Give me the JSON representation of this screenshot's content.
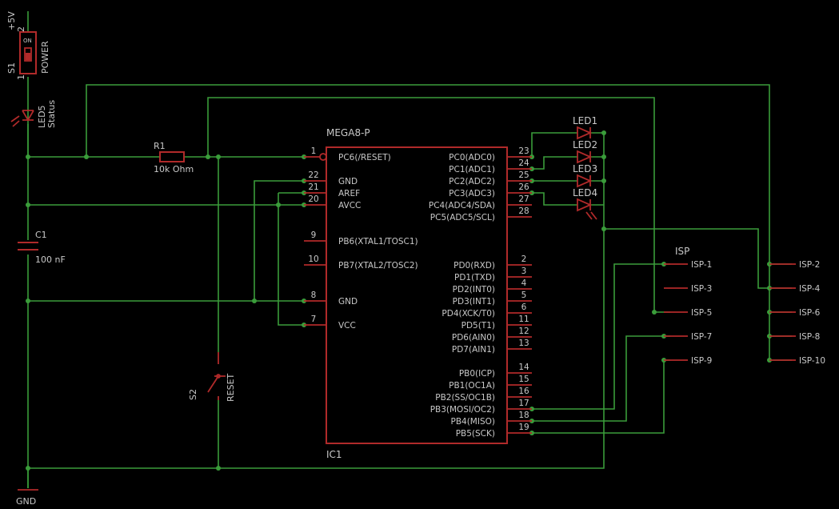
{
  "ic": {
    "type": "MEGA8-P",
    "name": "IC1",
    "left_pins": [
      {
        "num": "1",
        "label": "PC6(/RESET)"
      },
      {
        "num": "22",
        "label": "GND"
      },
      {
        "num": "21",
        "label": "AREF"
      },
      {
        "num": "20",
        "label": "AVCC"
      },
      {
        "num": "9",
        "label": "PB6(XTAL1/TOSC1)"
      },
      {
        "num": "10",
        "label": "PB7(XTAL2/TOSC2)"
      },
      {
        "num": "8",
        "label": "GND"
      },
      {
        "num": "7",
        "label": "VCC"
      }
    ],
    "right_pins": [
      {
        "num": "23",
        "label": "PC0(ADC0)"
      },
      {
        "num": "24",
        "label": "PC1(ADC1)"
      },
      {
        "num": "25",
        "label": "PC2(ADC2)"
      },
      {
        "num": "26",
        "label": "PC3(ADC3)"
      },
      {
        "num": "27",
        "label": "PC4(ADC4/SDA)"
      },
      {
        "num": "28",
        "label": "PC5(ADC5/SCL)"
      },
      {
        "num": "2",
        "label": "PD0(RXD)"
      },
      {
        "num": "3",
        "label": "PD1(TXD)"
      },
      {
        "num": "4",
        "label": "PD2(INT0)"
      },
      {
        "num": "5",
        "label": "PD3(INT1)"
      },
      {
        "num": "6",
        "label": "PD4(XCK/T0)"
      },
      {
        "num": "11",
        "label": "PD5(T1)"
      },
      {
        "num": "12",
        "label": "PD6(AIN0)"
      },
      {
        "num": "13",
        "label": "PD7(AIN1)"
      },
      {
        "num": "14",
        "label": "PB0(ICP)"
      },
      {
        "num": "15",
        "label": "PB1(OC1A)"
      },
      {
        "num": "16",
        "label": "PB2(SS/OC1B)"
      },
      {
        "num": "17",
        "label": "PB3(MOSI/OC2)"
      },
      {
        "num": "18",
        "label": "PB4(MISO)"
      },
      {
        "num": "19",
        "label": "PB5(SCK)"
      }
    ]
  },
  "switch_s1": {
    "name": "S1",
    "value": "POWER",
    "pin_top": "2",
    "pin_bottom": "1",
    "on_mark": "ON"
  },
  "supply": {
    "label": "+5V"
  },
  "ground": {
    "label": "GND"
  },
  "led_status": {
    "name": "LED5",
    "value": "Status"
  },
  "resistor": {
    "name": "R1",
    "value": "10k Ohm"
  },
  "capacitor": {
    "name": "C1",
    "value": "100 nF"
  },
  "switch_s2": {
    "name": "S2",
    "value": "RESET"
  },
  "leds": [
    "LED1",
    "LED2",
    "LED3",
    "LED4"
  ],
  "isp": {
    "title": "ISP",
    "left": [
      "ISP-1",
      "ISP-3",
      "ISP-5",
      "ISP-7",
      "ISP-9"
    ],
    "right": [
      "ISP-2",
      "ISP-4",
      "ISP-6",
      "ISP-8",
      "ISP-10"
    ]
  },
  "colors": {
    "wire": "#3a9c3a",
    "symbol": "#b02a2a",
    "text": "#c8c8c8",
    "background": "#000000"
  }
}
